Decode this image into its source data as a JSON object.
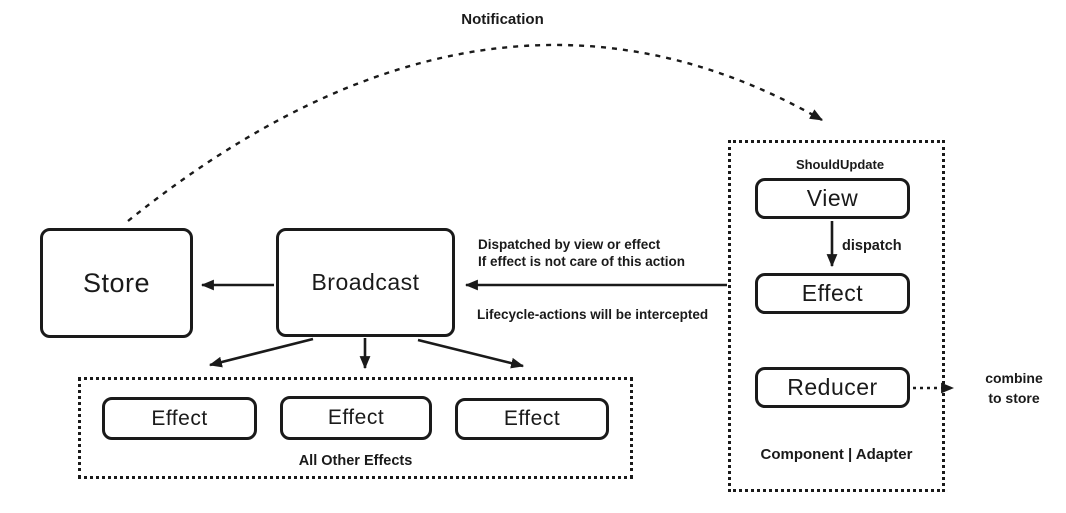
{
  "diagram": {
    "notification_label": "Notification",
    "store": {
      "label": "Store"
    },
    "broadcast": {
      "label": "Broadcast"
    },
    "dispatch_note": {
      "line1": "Dispatched by view or effect",
      "line2": "If effect is not care of this action"
    },
    "lifecycle_note": "Lifecycle-actions will be intercepted",
    "other_effects": {
      "items": [
        "Effect",
        "Effect",
        "Effect"
      ],
      "caption": "All Other Effects"
    },
    "component": {
      "should_update_label": "ShouldUpdate",
      "view_label": "View",
      "dispatch_label": "dispatch",
      "effect_label": "Effect",
      "reducer_label": "Reducer",
      "combine_note": {
        "line1": "combine",
        "line2": "to store"
      },
      "caption": "Component | Adapter"
    },
    "colors": {
      "ink": "#1a1a1a",
      "background": "#ffffff"
    }
  }
}
